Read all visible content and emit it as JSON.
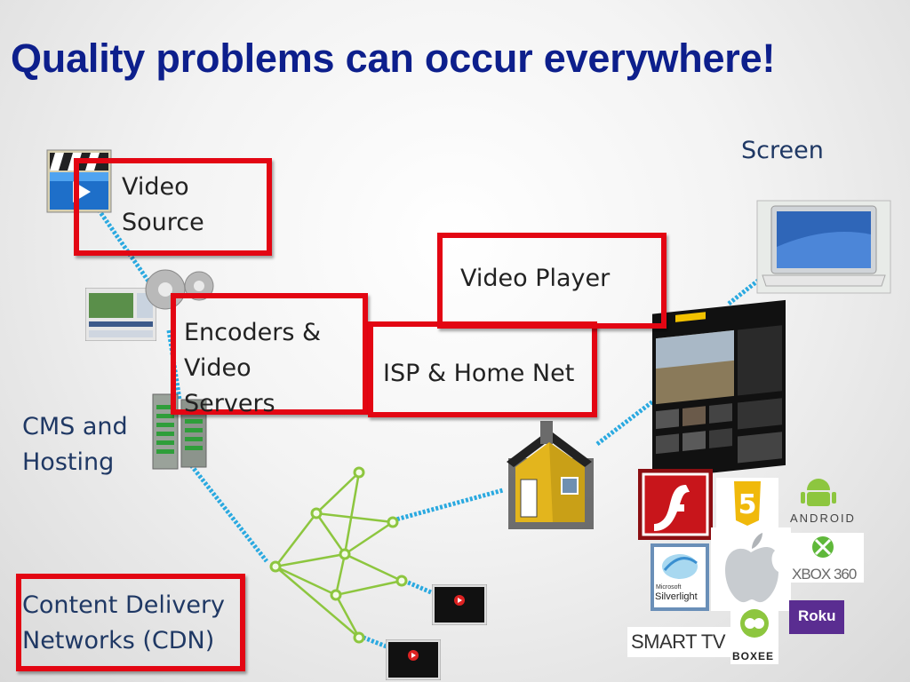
{
  "slide": {
    "title": "Quality problems can occur everywhere!"
  },
  "labels": {
    "video_source": [
      "Video",
      "Source"
    ],
    "encoders": [
      "Encoders &",
      "Video",
      "Servers"
    ],
    "cms": [
      "CMS and",
      "Hosting"
    ],
    "cdn": [
      "Content Delivery",
      "Networks (CDN)"
    ],
    "isp": "ISP & Home Net",
    "player": "Video Player",
    "screen": "Screen"
  },
  "logos": {
    "android": "ANDROID",
    "xbox": "XBOX 360",
    "roku": "Roku",
    "smarttv": "SMART TV",
    "boxee": "BOXEE",
    "silverlight_sub": "Microsoft",
    "silverlight": "Silverlight"
  },
  "colors": {
    "title": "#0d1f8c",
    "label": "#1f3864",
    "highlight_box": "#e30613",
    "link_line": "#2aa9e0",
    "cdn_mesh": "#8dc63f"
  }
}
